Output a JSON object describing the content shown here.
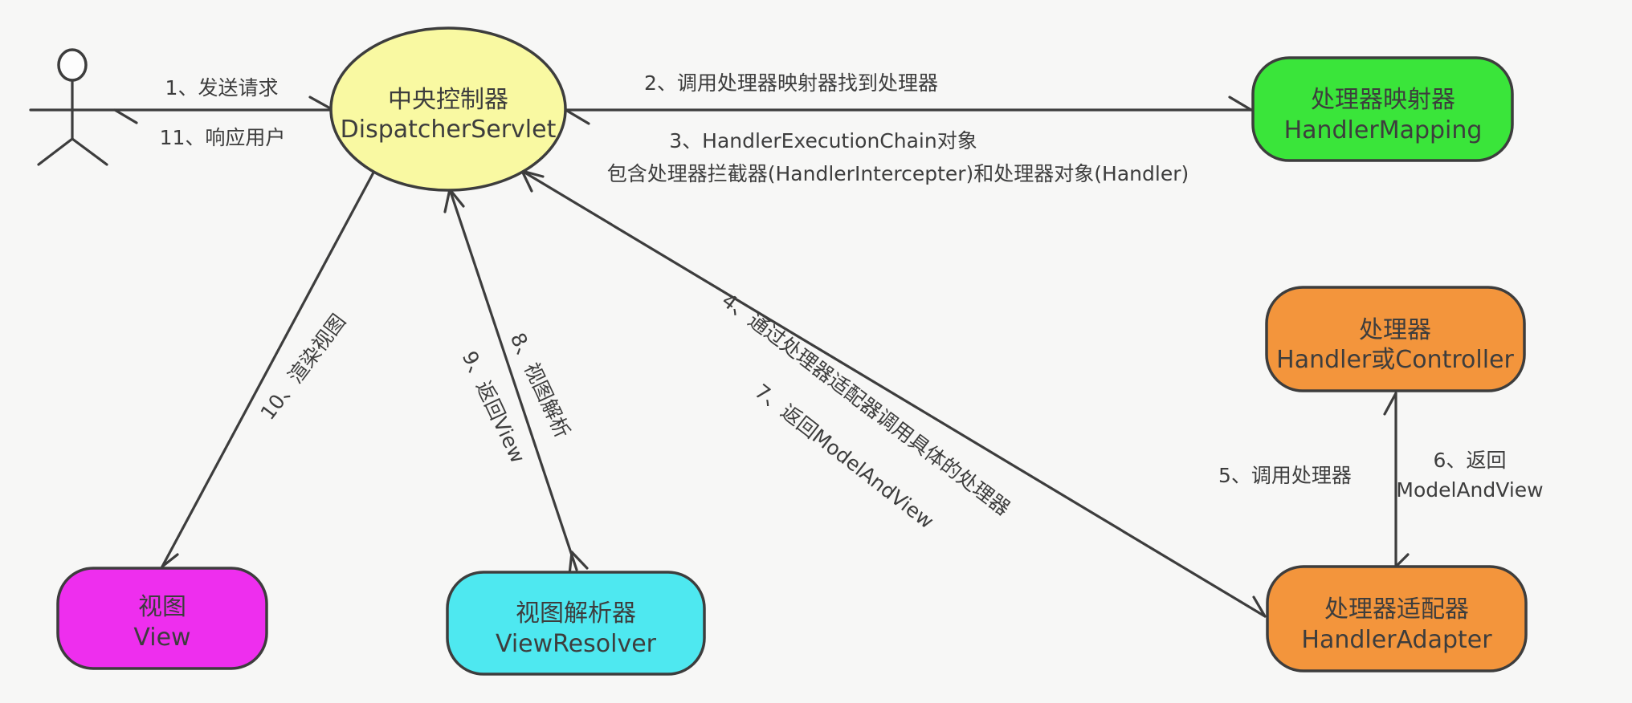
{
  "diagram": {
    "background": "#f7f7f6",
    "line_color": "#3d3d3d",
    "text_color": "#3d3d3d",
    "nodes": {
      "dispatcher_servlet": {
        "label_zh": "中央控制器",
        "label_en": "DispatcherServlet",
        "fill": "#f9f9a2"
      },
      "handler_mapping": {
        "label_zh": "处理器映射器",
        "label_en": "HandlerMapping",
        "fill": "#3ae53a"
      },
      "handler": {
        "label_zh": "处理器",
        "label_en": "Handler或Controller",
        "fill": "#f3953c"
      },
      "handler_adapter": {
        "label_zh": "处理器适配器",
        "label_en": "HandlerAdapter",
        "fill": "#f3953c"
      },
      "view_resolver": {
        "label_zh": "视图解析器",
        "label_en": "ViewResolver",
        "fill": "#4ee8f0"
      },
      "view": {
        "label_zh": "视图",
        "label_en": "View",
        "fill": "#ee2eee"
      }
    },
    "edges": {
      "step1": "1、发送请求",
      "step11": "11、响应用户",
      "step2": "2、调用处理器映射器找到处理器",
      "step3_line1": "3、HandlerExecutionChain对象",
      "step3_line2": "包含处理器拦截器(HandlerIntercepter)和处理器对象(Handler)",
      "step4": "4、通过处理器适配器调用具体的处理器",
      "step7": "7、返回ModelAndView",
      "step5": "5、调用处理器",
      "step6_line1": "6、返回",
      "step6_line2": "ModelAndView",
      "step8": "8、视图解析",
      "step9": "9、返回View",
      "step10": "10、渲染视图"
    }
  }
}
